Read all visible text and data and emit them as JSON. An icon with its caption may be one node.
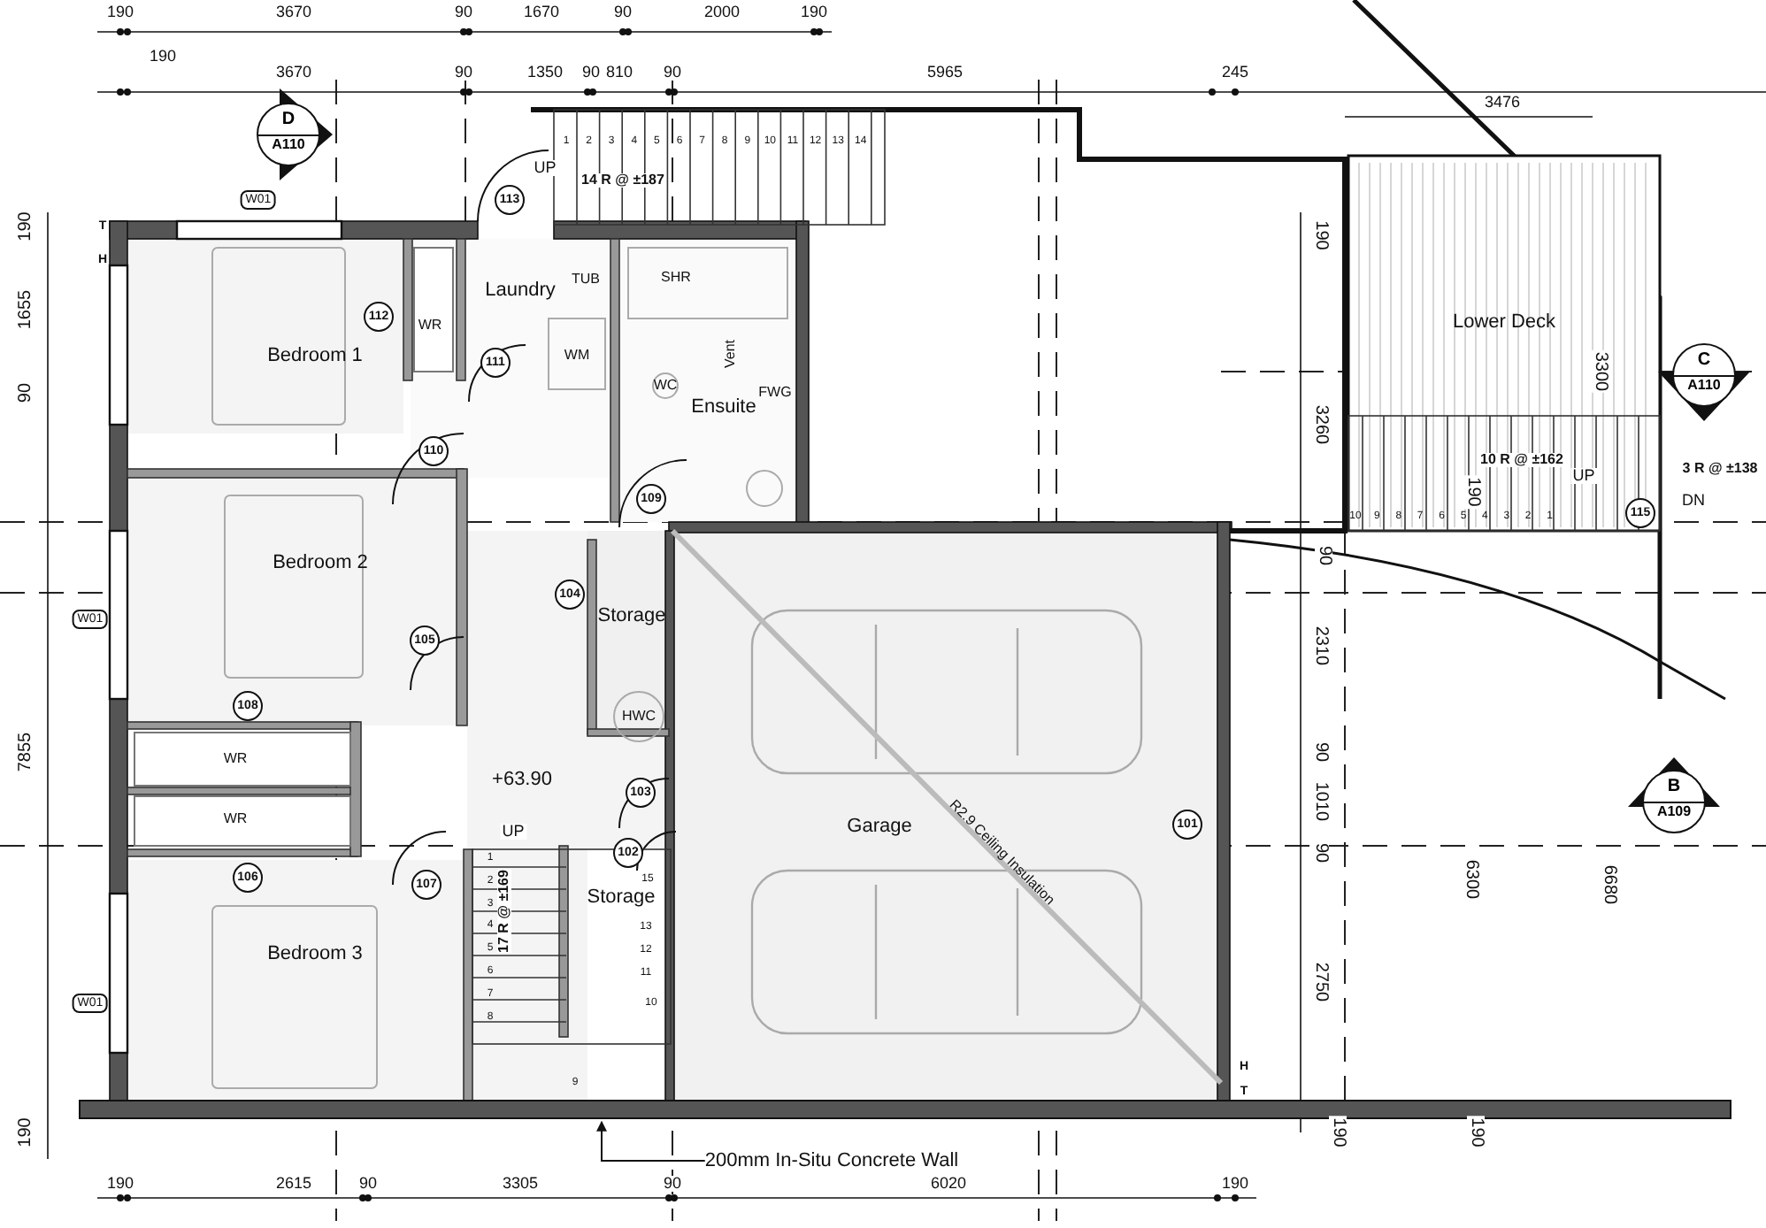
{
  "diagram": {
    "nodes": [
      {
        "text": [
          "Bedroom 1"
        ]
      },
      {
        "text": [
          "Laundry"
        ]
      },
      {
        "text": [
          "Ensuite"
        ]
      },
      {
        "text": [
          "Bedroom 2"
        ]
      },
      {
        "text": [
          "Storage"
        ]
      },
      {
        "text": [
          "Garage"
        ]
      },
      {
        "text": [
          "Bedroom 3"
        ]
      },
      {
        "text": [
          "Storage"
        ]
      },
      {
        "text": [
          "Lower Deck"
        ]
      },
      {
        "text": [
          "200mm In-Situ Concrete Wall"
        ]
      },
      {
        "text": [],
        "shape": "bar"
      },
      {
        "text": [
          "D",
          "A110"
        ]
      },
      {
        "text": [
          "C",
          "A110"
        ]
      },
      {
        "text": [
          "B",
          "A109"
        ]
      }
    ],
    "edges": [
      {
        "from": 9,
        "to": 10,
        "arrow": "to"
      }
    ],
    "labels": [
      "190",
      "3670",
      "90",
      "1670",
      "90",
      "2000",
      "190",
      "190",
      "3670",
      "90",
      "1350",
      "90",
      "810",
      "90",
      "5965",
      "245",
      "3476",
      "1",
      "2",
      "3",
      "4",
      "5",
      "6",
      "7",
      "8",
      "9",
      "10",
      "11",
      "12",
      "13",
      "14",
      "UP",
      "14 R @ ±187",
      "W01",
      "113",
      "T",
      "H",
      "190",
      "1655",
      "90",
      "190",
      "112",
      "WR",
      "TUB",
      "SHR",
      "WM",
      "111",
      "WC",
      "Vent",
      "FWG",
      "3300",
      "3260",
      "110",
      "10 R @ ±162",
      "UP",
      "3 R @ ±138",
      "109",
      "10",
      "9",
      "8",
      "7",
      "6",
      "5",
      "190",
      "4",
      "3",
      "2",
      "1",
      "115",
      "DN",
      "90",
      "104",
      "W01",
      "105",
      "2310",
      "108",
      "HWC",
      "90",
      "7855",
      "WR",
      "+63.90",
      "103",
      "1010",
      "WR",
      "101",
      "UP",
      "90",
      "102",
      "R2.9 Ceiling Insulation",
      "1",
      "2",
      "3",
      "4",
      "5",
      "6",
      "7",
      "8",
      "15",
      "13",
      "12",
      "11",
      "10",
      "9",
      "106",
      "107",
      "6300",
      "6680",
      "17 R @ ±169",
      "2750",
      "W01",
      "H",
      "T",
      "190",
      "190",
      "190",
      "190",
      "2615",
      "90",
      "3305",
      "90",
      "6020",
      "190"
    ]
  }
}
